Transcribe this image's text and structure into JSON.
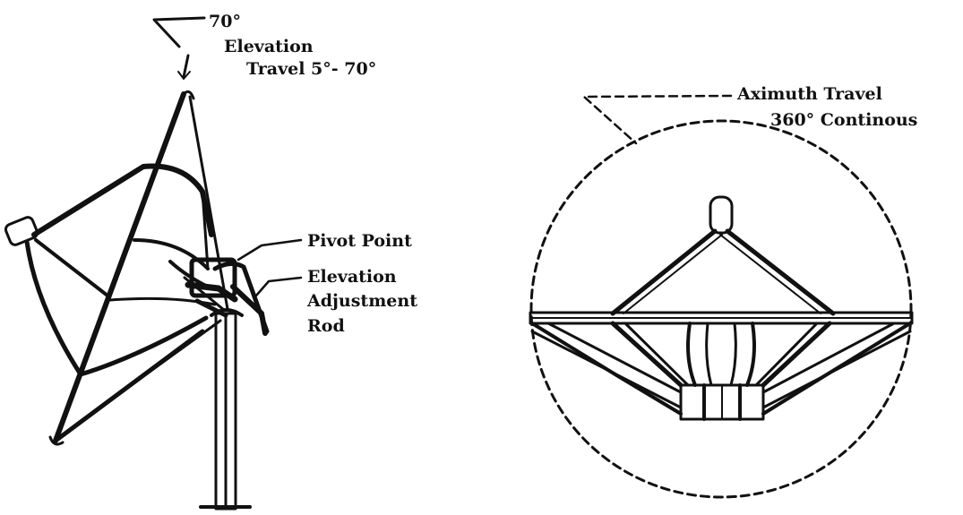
{
  "labels": {
    "elevation_angle": "70°",
    "elevation_title": "Elevation",
    "elevation_travel": "Travel 5°- 70°",
    "pivot_point": "Pivot Point",
    "elevation_rod_line1": "Elevation",
    "elevation_rod_line2": "Adjustment",
    "elevation_rod_line3": "Rod",
    "azimuth_line1": "Aximuth Travel",
    "azimuth_line2": "360° Continous"
  },
  "colors": {
    "ink": "#111111",
    "background": "#ffffff"
  }
}
